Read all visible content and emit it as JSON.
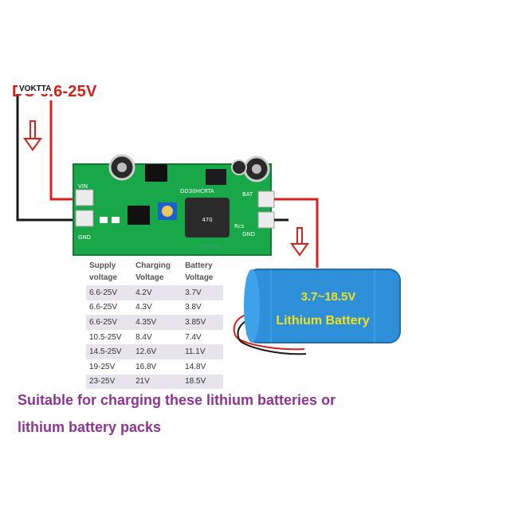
{
  "header": {
    "brand": "VOKTTA",
    "voltage_title": "DC 6.6-25V"
  },
  "board": {
    "labels": {
      "vin": "VIN",
      "gnd_left": "GND",
      "bat": "BAT",
      "gnd_right": "GND",
      "rcs": "Rcs",
      "chip": "DD30HCRTA",
      "inductor": "470"
    },
    "watermark": "VOKTTA"
  },
  "table": {
    "headers": [
      [
        "Supply",
        "voltage"
      ],
      [
        "Charging",
        "Voltage"
      ],
      [
        "Battery",
        "Voltage"
      ]
    ],
    "rows": [
      [
        "6.6-25V",
        "4.2V",
        "3.7V"
      ],
      [
        "6.6-25V",
        "4.3V",
        "3.8V"
      ],
      [
        "6.6-25V",
        "4.35V",
        "3.85V"
      ],
      [
        "10.5-25V",
        "8.4V",
        "7.4V"
      ],
      [
        "14.5-25V",
        "12.6V",
        "11.1V"
      ],
      [
        "19-25V",
        "16.8V",
        "14.8V"
      ],
      [
        "23-25V",
        "21V",
        "18.5V"
      ]
    ]
  },
  "battery": {
    "voltage_range": "3.7~18.5V",
    "name": "Lithium Battery"
  },
  "footer": {
    "line1": "Suitable for charging these lithium batteries or",
    "line2": "lithium battery packs"
  },
  "colors": {
    "title_red": "#d0201a",
    "wire_red": "#d8201c",
    "pcb_green": "#18a84a",
    "battery_blue": "#2f8fd8",
    "battery_text": "#f2e21a",
    "footer_purple": "#8e3592",
    "table_stripe": "#e7e4ee"
  }
}
